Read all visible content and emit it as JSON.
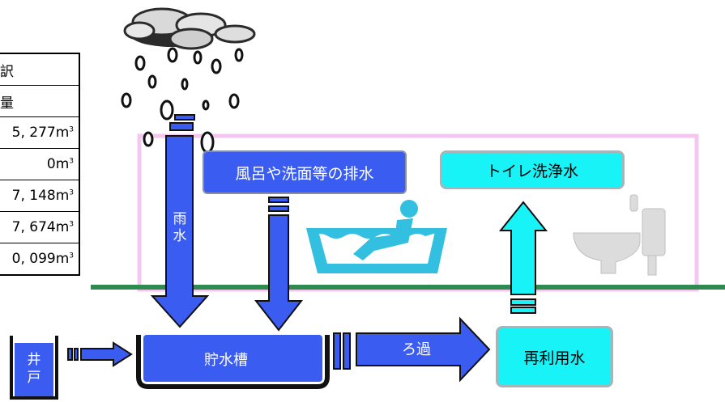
{
  "colors": {
    "water_blue": "#3b5cf0",
    "reuse_cyan": "#18f3f8",
    "ground_green": "#2f8a4f",
    "building_pink": "#f4c6f0",
    "fixture_teal": "#33bfe0"
  },
  "table": {
    "rows": [
      {
        "text": "訳",
        "align": "l"
      },
      {
        "text": "量",
        "align": "l"
      },
      {
        "text": "5, 277m",
        "sup": "3",
        "align": "r"
      },
      {
        "text": "0m",
        "sup": "3",
        "align": "r"
      },
      {
        "text": "7, 148m",
        "sup": "3",
        "align": "r"
      },
      {
        "text": "7, 674m",
        "sup": "3",
        "align": "r"
      },
      {
        "text": "0, 099m",
        "sup": "3",
        "align": "r"
      }
    ]
  },
  "labels": {
    "rain_line1": "雨",
    "rain_line2": "水",
    "drain_water": "風呂や洗面等の排水",
    "toilet_water": "トイレ洗浄水",
    "tank": "貯水槽",
    "filter": "ろ過",
    "reuse_water": "再利用水",
    "well_line1": "井",
    "well_line2": "戸"
  },
  "icons": [
    "cloud-icon",
    "raindrop-icon",
    "bathtub-icon",
    "toilet-icon"
  ]
}
